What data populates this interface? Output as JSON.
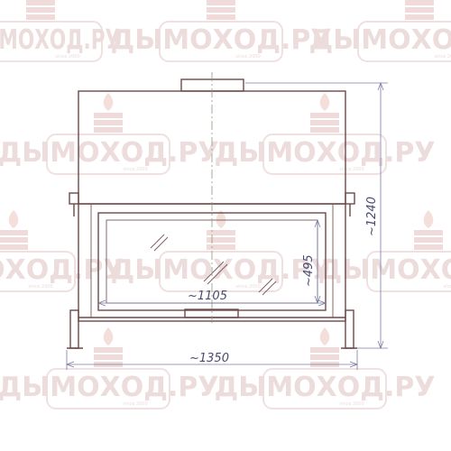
{
  "watermark": {
    "brand": "ДЫМОХОД.РУ",
    "since": "since 2000",
    "brand_color": "#ead8d8"
  },
  "dimensions": {
    "overall_width": "~1350",
    "overall_height": "~1240",
    "glass_width": "~1105",
    "glass_height": "~495"
  },
  "colors": {
    "body_stroke": "#6b4a4a",
    "dimension_stroke": "#7b7ba6",
    "dimension_text": "#4a4a70"
  }
}
